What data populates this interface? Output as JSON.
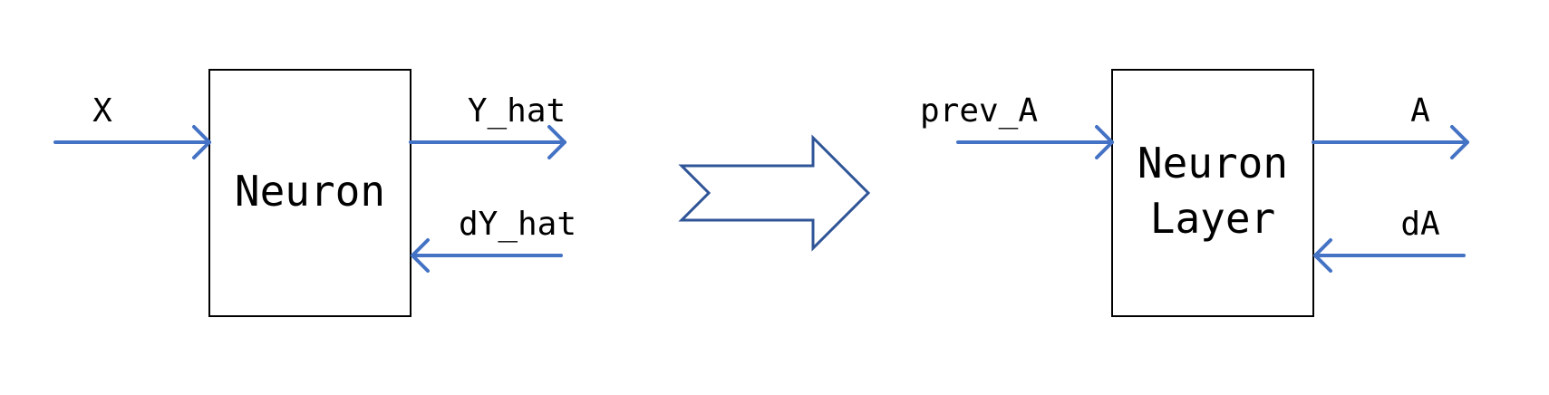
{
  "diagram": {
    "left": {
      "block_label": "Neuron",
      "input_label": "X",
      "output_label": "Y_hat",
      "gradient_label": "dY_hat"
    },
    "right": {
      "block_label_line1": "Neuron",
      "block_label_line2": "Layer",
      "input_label": "prev_A",
      "output_label": "A",
      "gradient_label": "dA"
    },
    "colors": {
      "arrow": "#4472C4",
      "block_arrow": "#2F5597",
      "box_border": "#000000",
      "text": "#000000"
    }
  }
}
